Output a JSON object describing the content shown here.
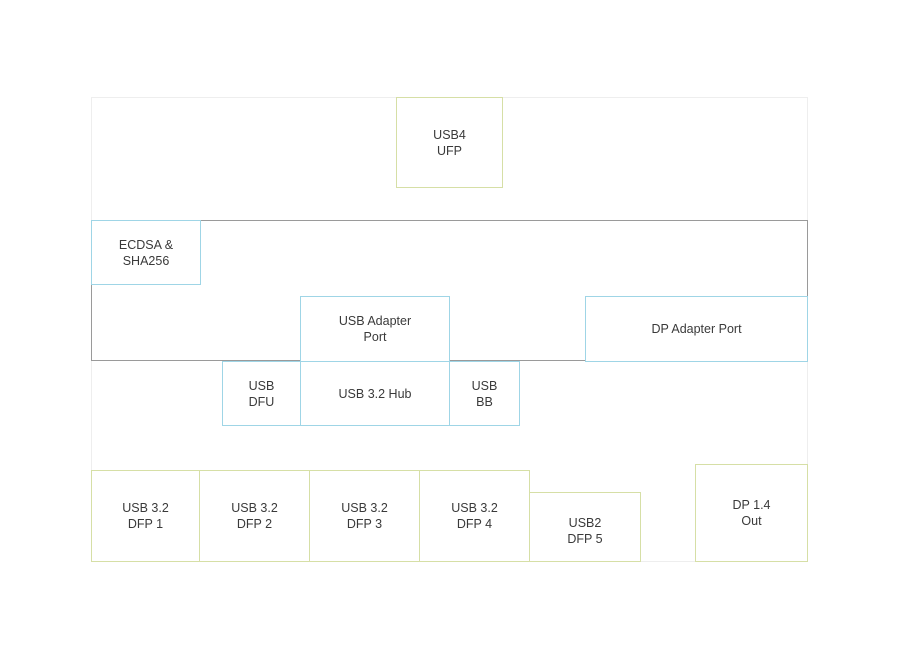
{
  "usb4_ufp": {
    "line1": "USB4",
    "line2": "UFP"
  },
  "ecdsa": {
    "line1": "ECDSA &",
    "line2": "SHA256"
  },
  "usb_adapter_port": {
    "line1": "USB Adapter",
    "line2": "Port"
  },
  "dp_adapter_port": {
    "label": "DP Adapter Port"
  },
  "usb_dfu": {
    "line1": "USB",
    "line2": "DFU"
  },
  "usb32_hub": {
    "label": "USB 3.2 Hub"
  },
  "usb_bb": {
    "line1": "USB",
    "line2": "BB"
  },
  "dfp1": {
    "line1": "USB 3.2",
    "line2": "DFP 1"
  },
  "dfp2": {
    "line1": "USB 3.2",
    "line2": "DFP 2"
  },
  "dfp3": {
    "line1": "USB 3.2",
    "line2": "DFP 3"
  },
  "dfp4": {
    "line1": "USB 3.2",
    "line2": "DFP 4"
  },
  "dfp5": {
    "line1": "USB2",
    "line2": "DFP 5"
  },
  "dp_out": {
    "line1": "DP 1.4",
    "line2": "Out"
  }
}
